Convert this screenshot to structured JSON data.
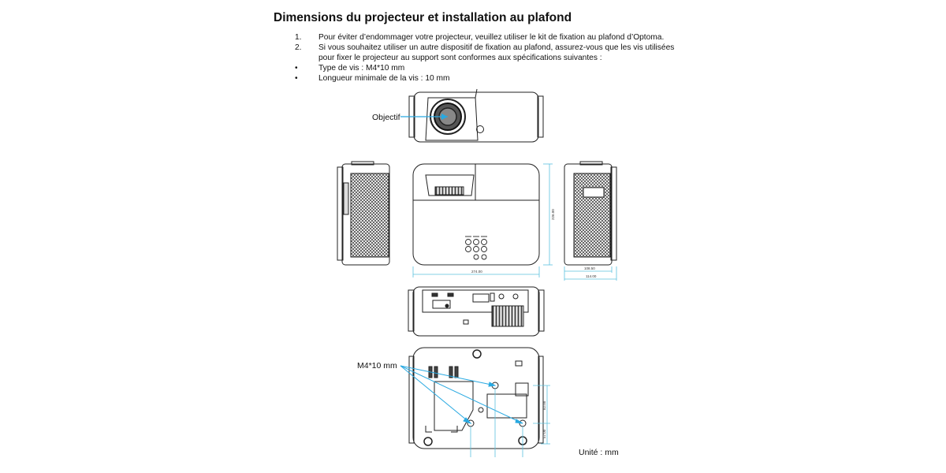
{
  "title": "Dimensions du projecteur et installation au plafond",
  "instructions": [
    {
      "marker": "1.",
      "text": "Pour éviter d’endommager votre projecteur, veuillez utiliser le kit de fixation au plafond d’Optoma."
    },
    {
      "marker": "2.",
      "text": "Si vous souhaitez utiliser un autre dispositif de fixation au plafond, assurez-vous que les vis utilisées pour fixer le projecteur au support sont conformes aux spécifications suivantes :"
    },
    {
      "marker": "•",
      "text": "Type de vis : M4*10 mm"
    },
    {
      "marker": "•",
      "text": "Longueur minimale de la vis : 10 mm"
    }
  ],
  "labels": {
    "lens": "Objectif",
    "screw": "M4*10 mm",
    "unit": "Unité : mm"
  },
  "dimensions": {
    "width": "274.00",
    "depth": "226.00",
    "height_a": "108.50",
    "height_b": "114.00",
    "hole_a": "82.00",
    "hole_b": "57.00"
  },
  "colors": {
    "outline": "#222222",
    "dimension_line": "#5bc0de",
    "lens_arrow": "#29a9e1"
  }
}
